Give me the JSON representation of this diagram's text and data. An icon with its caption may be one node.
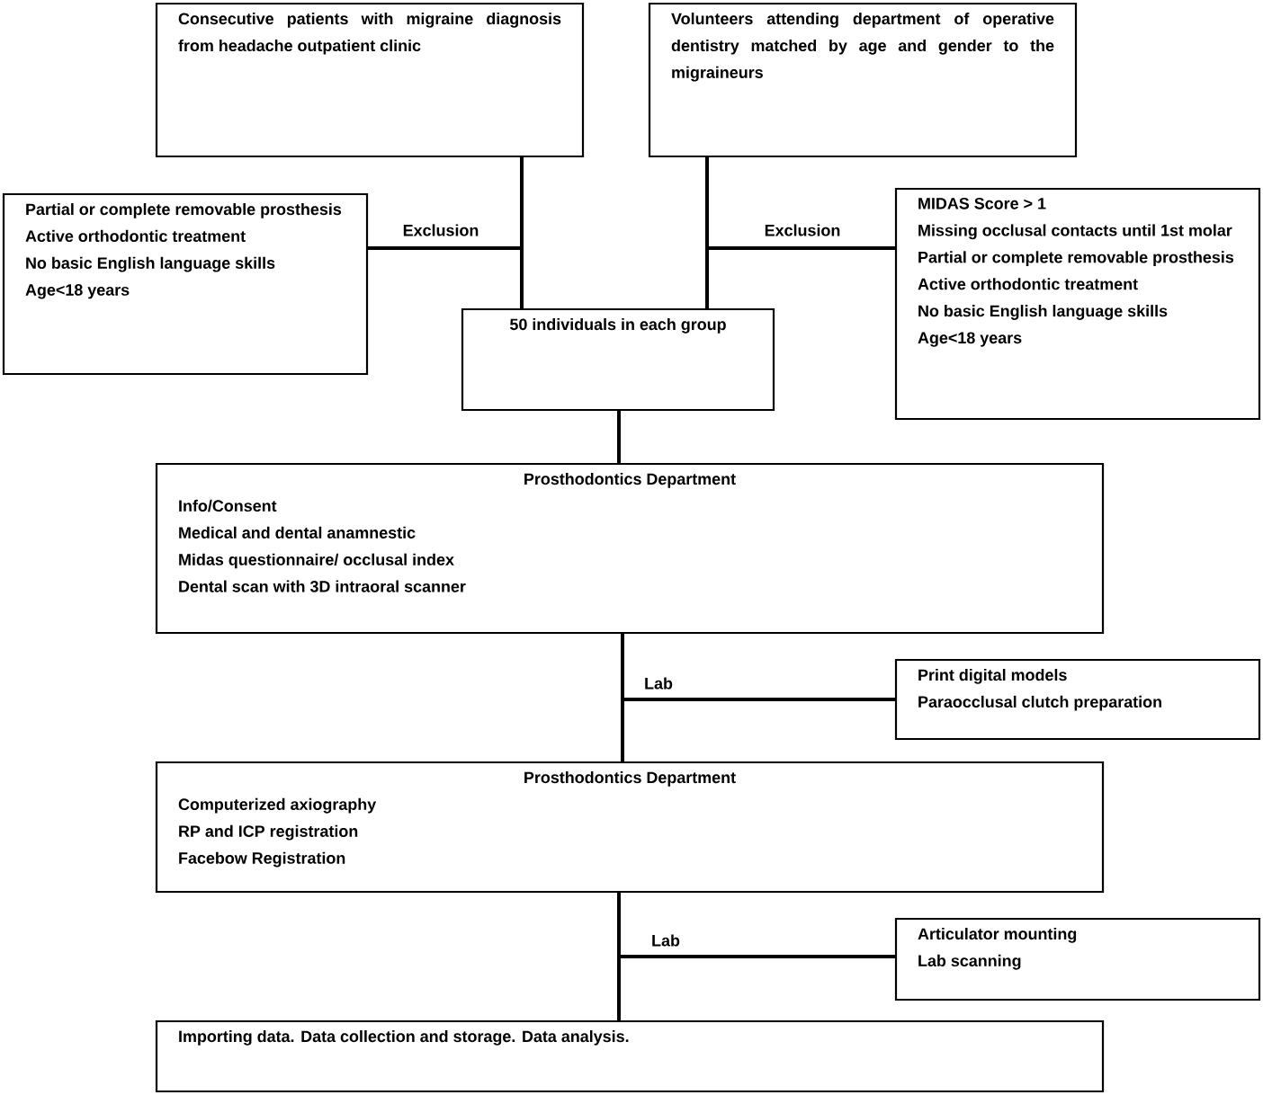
{
  "diagram": {
    "nodes": [
      {
        "text": [
          "Consecutive patients with migraine diagnosis from headache outpatient clinic"
        ]
      },
      {
        "text": [
          "Volunteers attending department of operative dentistry matched by age and gender to the migraineurs"
        ]
      },
      {
        "text": [
          "Partial or complete removable prosthesis",
          "Active orthodontic treatment",
          "No basic English language skills",
          "Age<18 years"
        ]
      },
      {
        "text": [
          "50 individuals in each group"
        ]
      },
      {
        "text": [
          "MIDAS Score > 1",
          "Missing occlusal contacts until 1st molar",
          "Partial or complete removable prosthesis",
          "Active orthodontic treatment",
          "No basic English language skills",
          "Age<18 years"
        ]
      },
      {
        "text": [
          "Prosthodontics Department",
          "Info/Consent",
          "Medical and dental anamnestic",
          "Midas questionnaire/ occlusal index",
          "Dental scan with 3D intraoral scanner"
        ]
      },
      {
        "text": [
          "Print digital models",
          "Paraocclusal clutch preparation"
        ]
      },
      {
        "text": [
          "Prosthodontics Department",
          "Computerized axiography",
          "RP and ICP registration",
          "Facebow Registration"
        ]
      },
      {
        "text": [
          "Articulator mounting",
          "Lab scanning"
        ]
      },
      {
        "text": [
          "Importing data. Data collection and storage. Data analysis."
        ]
      }
    ],
    "edges": [
      {
        "from": 0,
        "to": 3,
        "arrow": "none"
      },
      {
        "from": 0,
        "to": 2,
        "arrow": "none",
        "label": "Exclusion"
      },
      {
        "from": 1,
        "to": 3,
        "arrow": "none"
      },
      {
        "from": 1,
        "to": 4,
        "arrow": "none",
        "label": "Exclusion"
      },
      {
        "from": 3,
        "to": 5,
        "arrow": "none"
      },
      {
        "from": 5,
        "to": 7,
        "arrow": "none"
      },
      {
        "from": 5,
        "to": 6,
        "arrow": "none",
        "label": "Lab"
      },
      {
        "from": 7,
        "to": 9,
        "arrow": "none"
      },
      {
        "from": 7,
        "to": 8,
        "arrow": "none",
        "label": "Lab"
      }
    ]
  }
}
